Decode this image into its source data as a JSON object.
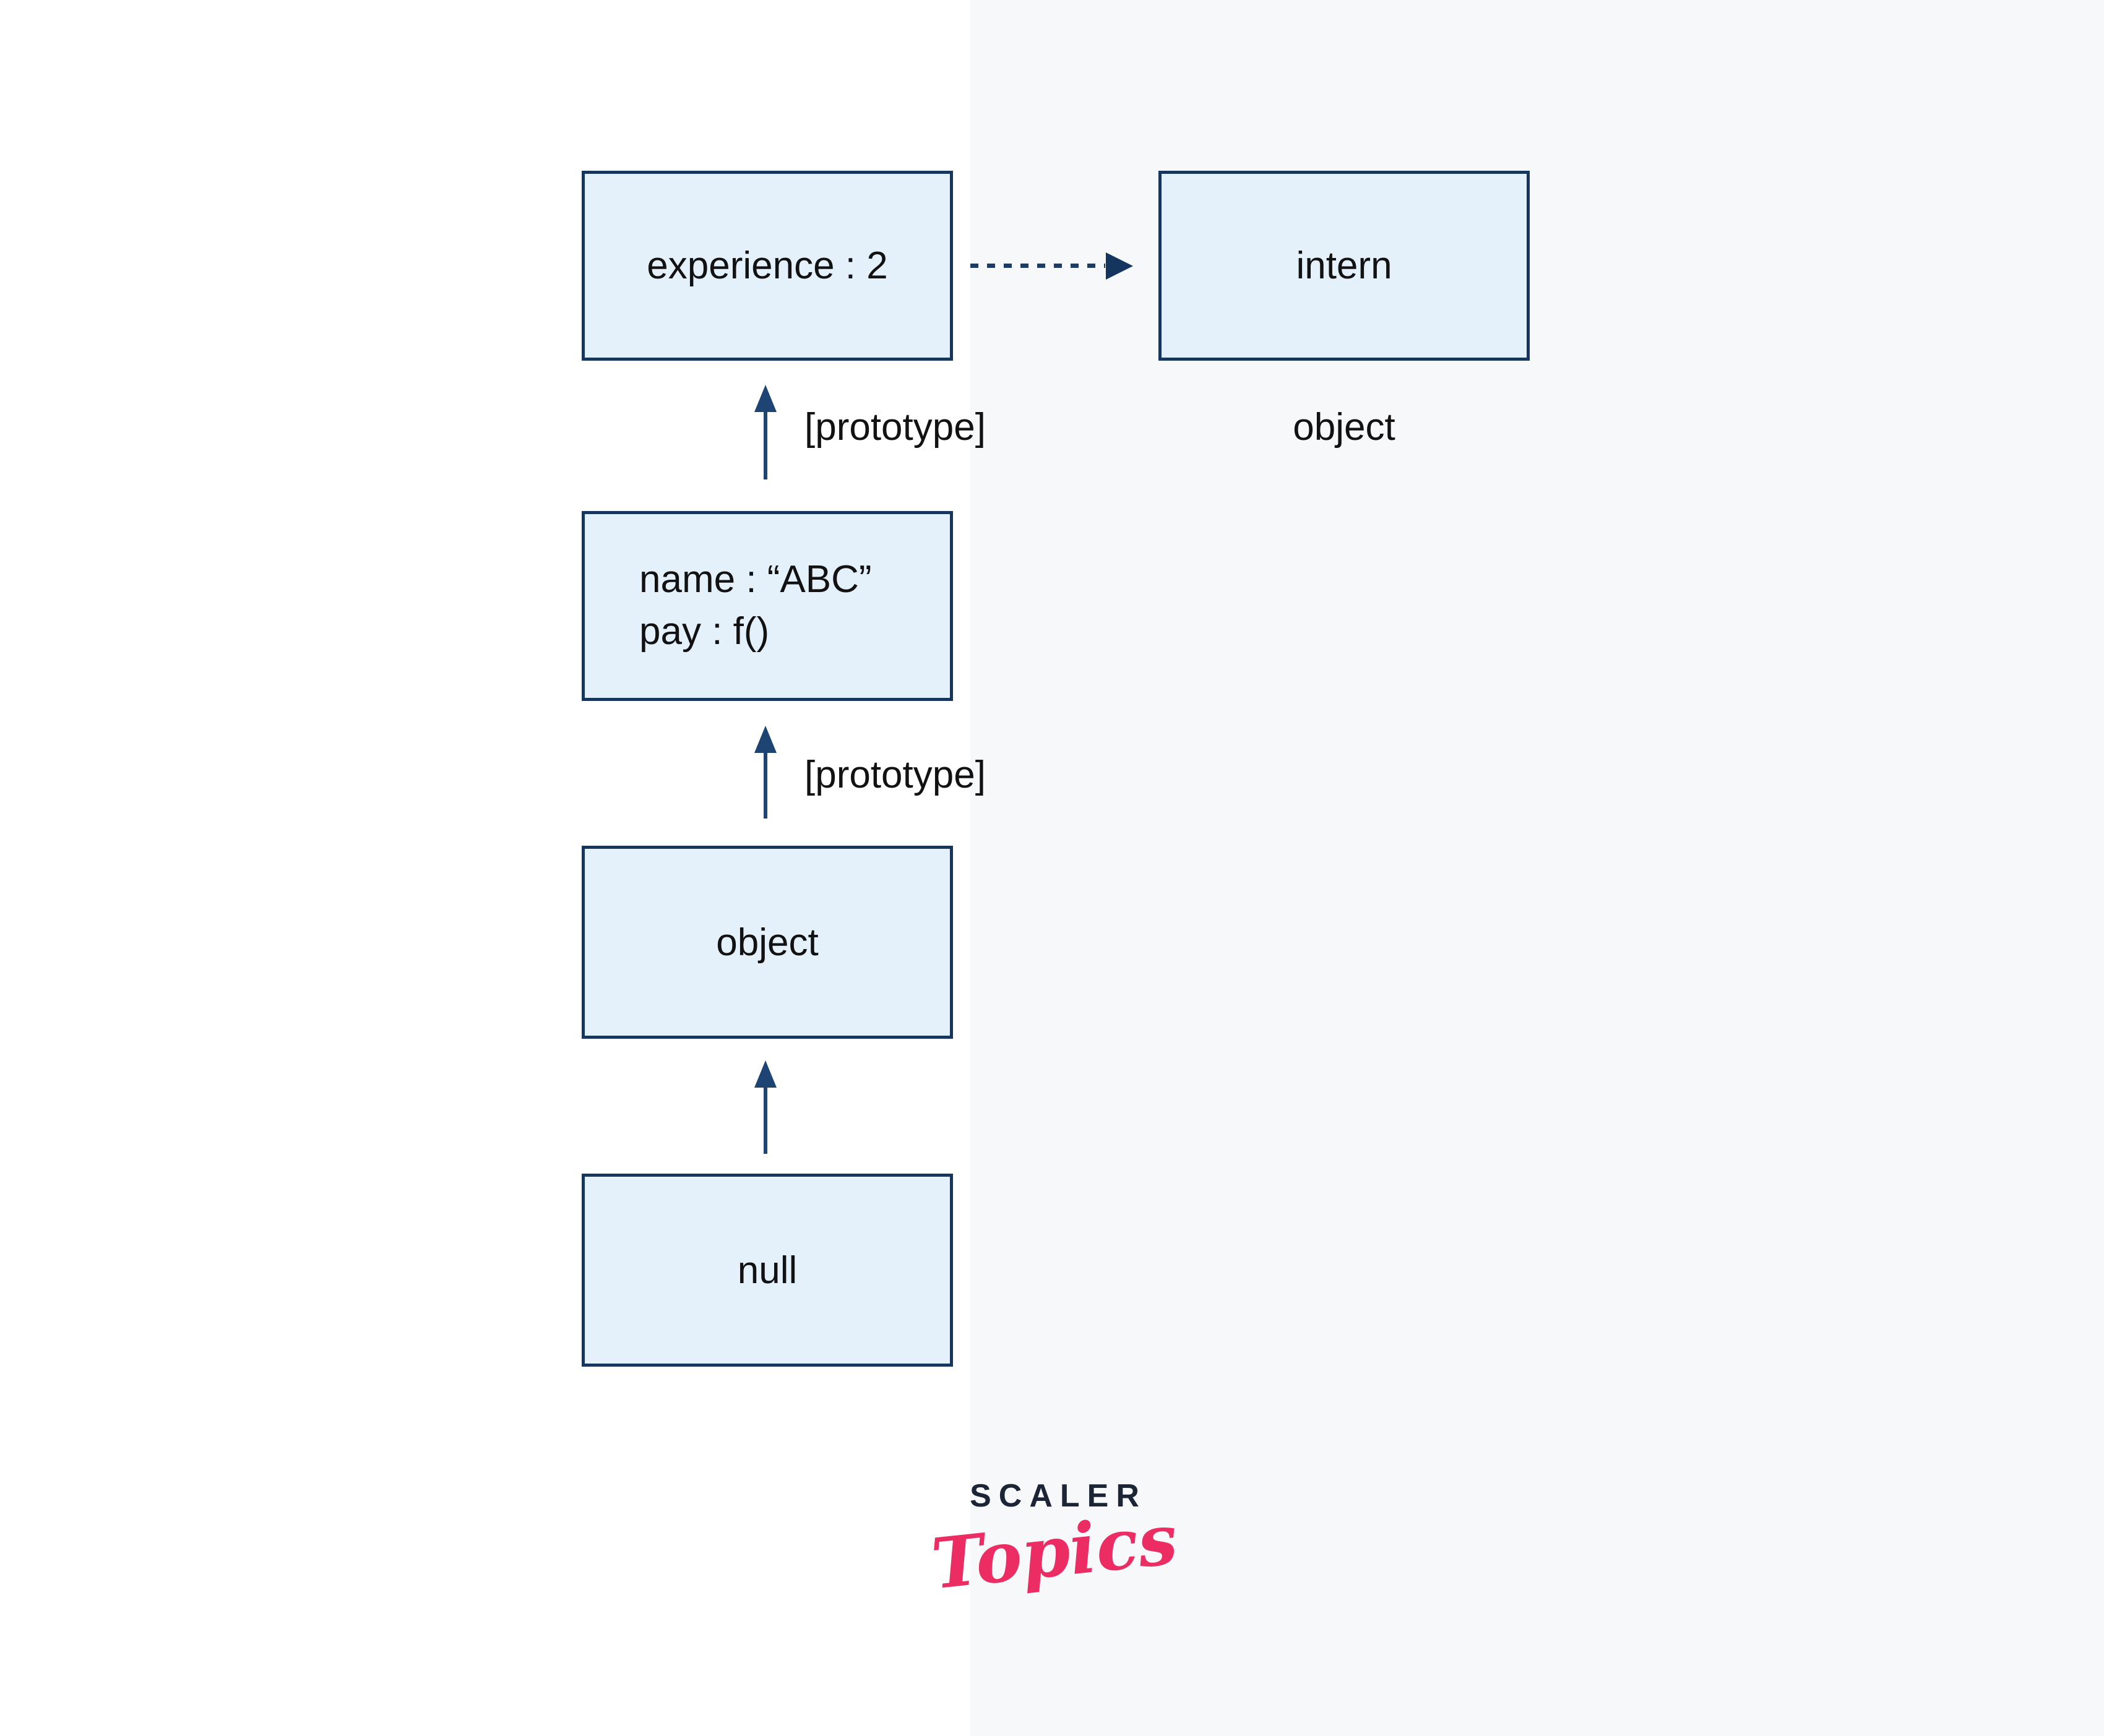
{
  "diagram": {
    "boxes": {
      "experience": {
        "label": "experience : 2"
      },
      "intern": {
        "label": "intern"
      },
      "employee": {
        "line1": "name : “ABC”",
        "line2": "pay : f()"
      },
      "object_box": {
        "label": "object"
      },
      "null_box": {
        "label": "null"
      }
    },
    "labels": {
      "prototype_upper": "[prototype]",
      "prototype_lower": "[prototype]",
      "intern_caption": "object"
    },
    "colors": {
      "box_fill": "#e4f1fb",
      "box_border": "#17365d",
      "arrow": "#1d4472",
      "dashed_arrow": "#1c3c66",
      "text": "#121212",
      "logo_dark": "#1b2536",
      "logo_pink": "#ec2d64"
    },
    "logo": {
      "brand": "SCALER",
      "sub": "Topics"
    }
  }
}
